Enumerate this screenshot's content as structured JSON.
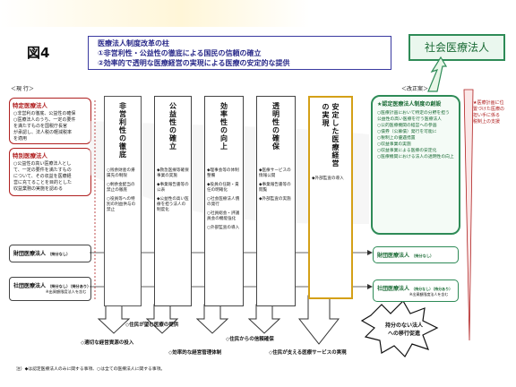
{
  "figure_label": "図4",
  "title": {
    "line1": "医療法人制度改革の柱",
    "line2": "①非営利性・公益性の徹底による国民の信頼の確立",
    "line3": "②効率的で透明な医療経営の実現による医療の安定的な提供"
  },
  "social_corp": "社会医療法人",
  "current_label": "＜現 行＞",
  "reform_label": "＜改正案＞",
  "left_boxes": [
    {
      "title": "特定医療法人",
      "body": [
        "○非営利の徹底、公益性の確保",
        "○医療法人のうち、一定の要件",
        "を満たすものを国税庁長官",
        "が承認し、法人税の軽減税率",
        "を適用"
      ]
    },
    {
      "title": "特別医療法人",
      "body": [
        "○公益性の高い医療法人とし",
        "て、一定の要件を満たすもの",
        "について、その収益を医療経",
        "営に充てることを目的とした",
        "収益業務の実施を認める"
      ]
    },
    {
      "title": "財団医療法人",
      "sub": "（持分なし）"
    },
    {
      "title": "社団医療法人",
      "sub": "（持分なし）（持分あり）",
      "sub2": "※出資額限度法人を含む"
    }
  ],
  "pillars": [
    {
      "title": "非営利性の徹底",
      "items": [
        "○残余財産の帰属先の制限",
        "○剰余金配当の禁止の徹底",
        "○役員等への特別の利益供与の禁止"
      ]
    },
    {
      "title": "公益性の確立",
      "items": [
        "◆救急医療等確保事業の実施",
        "◆事業報告書等の公表",
        "◆公益性の高い医療を担う法人の制度化"
      ]
    },
    {
      "title": "効率性の向上",
      "items": [
        "◆理事会等の体制整備",
        "◆役員の任期・責任の明確化",
        "○社会医療法人債の発行",
        "○社員総会・評議員会の機能強化",
        "○外部監査の導入"
      ]
    },
    {
      "title": "透明性の確保",
      "items": [
        "◆医療サービスの情報公開",
        "◆事業報告書等の閲覧",
        "◆外部監査の実施"
      ]
    },
    {
      "title": "安定した医療経営の実現",
      "items": [
        "◆外部監査の導入"
      ]
    }
  ],
  "right_box": {
    "title": "★認定医療法人制度の創設",
    "items": [
      "○医療計画において特定の分野を担う",
      "公益性の高い医療を行う医療法人",
      "○公的医療機関の経営への参画",
      "○債券（公募債）発行を可能に",
      "○税制上の優遇措置",
      "○収益事業の実施",
      "○収益事業による医療の安定化",
      "○医療機関における法人の透明性の向上"
    ]
  },
  "bottom_right_boxes": [
    {
      "title": "財団医療法人",
      "sub": "（持分なし）"
    },
    {
      "title": "社団医療法人",
      "sub": "（持分なし）（持分あり）",
      "sub2": "※出資額限度法人を含む"
    }
  ],
  "far_right_note": [
    "★医療計画に位",
    "置づけた医療の",
    "担い手に係る",
    "税制上の支援"
  ],
  "outcomes": [
    "◇住民が望む医療の提供",
    "◇住民からの信頼確保",
    "◇住民が支える医療サービスの実現",
    "◇適切な経営資源の投入",
    "◇効率的な経営管理体制"
  ],
  "burst": [
    "持分のない法人",
    "への移行促進"
  ],
  "footnote": "注）◆は認定医療法人のみに関する事項、○は全ての医療法人に関する事項。",
  "colors": {
    "accent_green": "#2e8b57",
    "accent_red": "#b02020",
    "title_blue": "#2a2a8a",
    "pillar_gold": "#d4a017"
  }
}
